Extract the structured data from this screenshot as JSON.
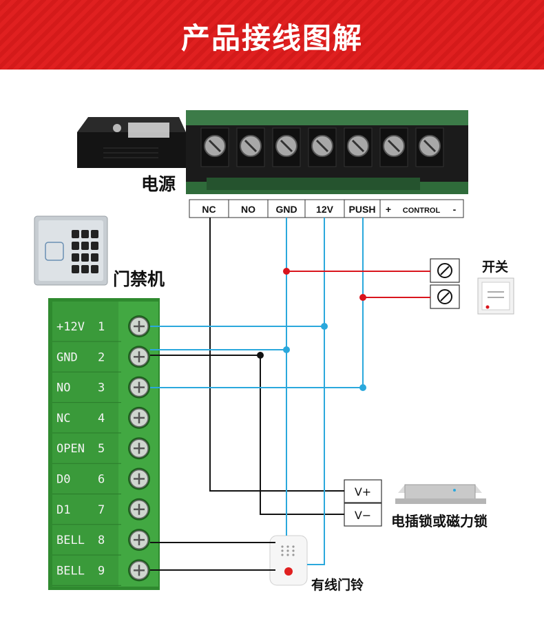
{
  "title": "产品接线图解",
  "power_supply": {
    "label": "电源",
    "terminals": [
      "NC",
      "NO",
      "GND",
      "12V",
      "PUSH",
      "+",
      "CONTROL",
      "-"
    ]
  },
  "access_controller": {
    "label": "门禁机",
    "terminals": [
      {
        "name": "+12V",
        "num": "1"
      },
      {
        "name": "GND",
        "num": "2"
      },
      {
        "name": "NO",
        "num": "3"
      },
      {
        "name": "NC",
        "num": "4"
      },
      {
        "name": "OPEN",
        "num": "5"
      },
      {
        "name": "D0",
        "num": "6"
      },
      {
        "name": "D1",
        "num": "7"
      },
      {
        "name": "BELL",
        "num": "8"
      },
      {
        "name": "BELL",
        "num": "9"
      }
    ]
  },
  "exit_switch": {
    "label": "开关"
  },
  "lock": {
    "label": "电插锁或磁力锁",
    "terminals": [
      "V+",
      "V−"
    ]
  },
  "doorbell": {
    "label": "有线门铃"
  },
  "wire_colors": {
    "red": "#d9141c",
    "blue": "#2aa8dc",
    "black": "#111111"
  }
}
